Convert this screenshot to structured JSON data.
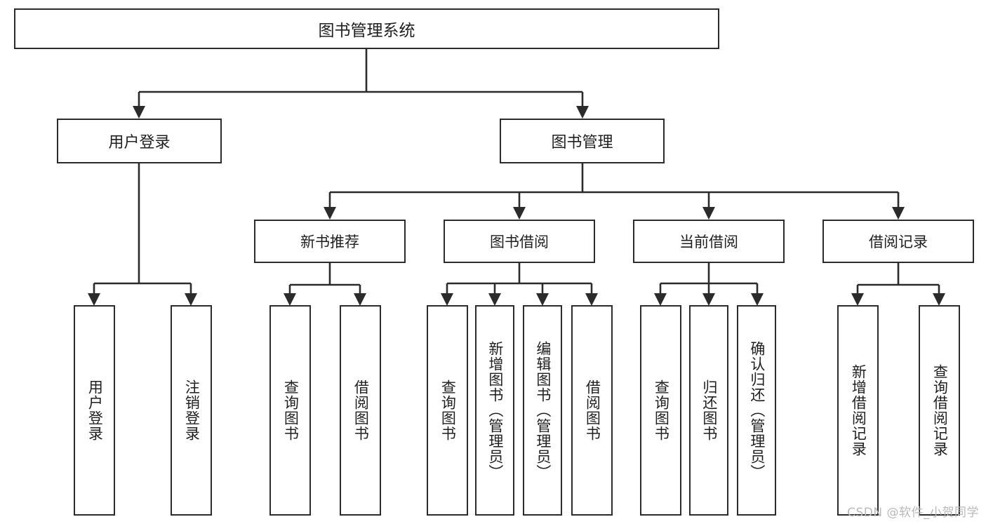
{
  "diagram": {
    "type": "tree",
    "title": "图书管理系统",
    "root": {
      "label": "图书管理系统"
    },
    "level1": [
      {
        "label": "用户登录"
      },
      {
        "label": "图书管理"
      }
    ],
    "level2": [
      {
        "label": "新书推荐"
      },
      {
        "label": "图书借阅"
      },
      {
        "label": "当前借阅"
      },
      {
        "label": "借阅记录"
      }
    ],
    "leaves": {
      "user_login": [
        {
          "label": "用户登录"
        },
        {
          "label": "注销登录"
        }
      ],
      "new_book_recommend": [
        {
          "label": "查询图书"
        },
        {
          "label": "借阅图书"
        }
      ],
      "book_borrow": [
        {
          "label": "查询图书"
        },
        {
          "label": "新增图书（管理员）"
        },
        {
          "label": "编辑图书（管理员）"
        },
        {
          "label": "借阅图书"
        }
      ],
      "current_borrow": [
        {
          "label": "查询图书"
        },
        {
          "label": "归还图书"
        },
        {
          "label": "确认归还（管理员）"
        }
      ],
      "borrow_record": [
        {
          "label": "新增借阅记录"
        },
        {
          "label": "查询借阅记录"
        }
      ]
    }
  },
  "watermark": {
    "text": "CSDN @软件_小贺同学"
  },
  "colors": {
    "border": "#2b2b2b",
    "text": "#1f1f1f",
    "background": "#ffffff",
    "watermark": "#b9b9b9"
  }
}
